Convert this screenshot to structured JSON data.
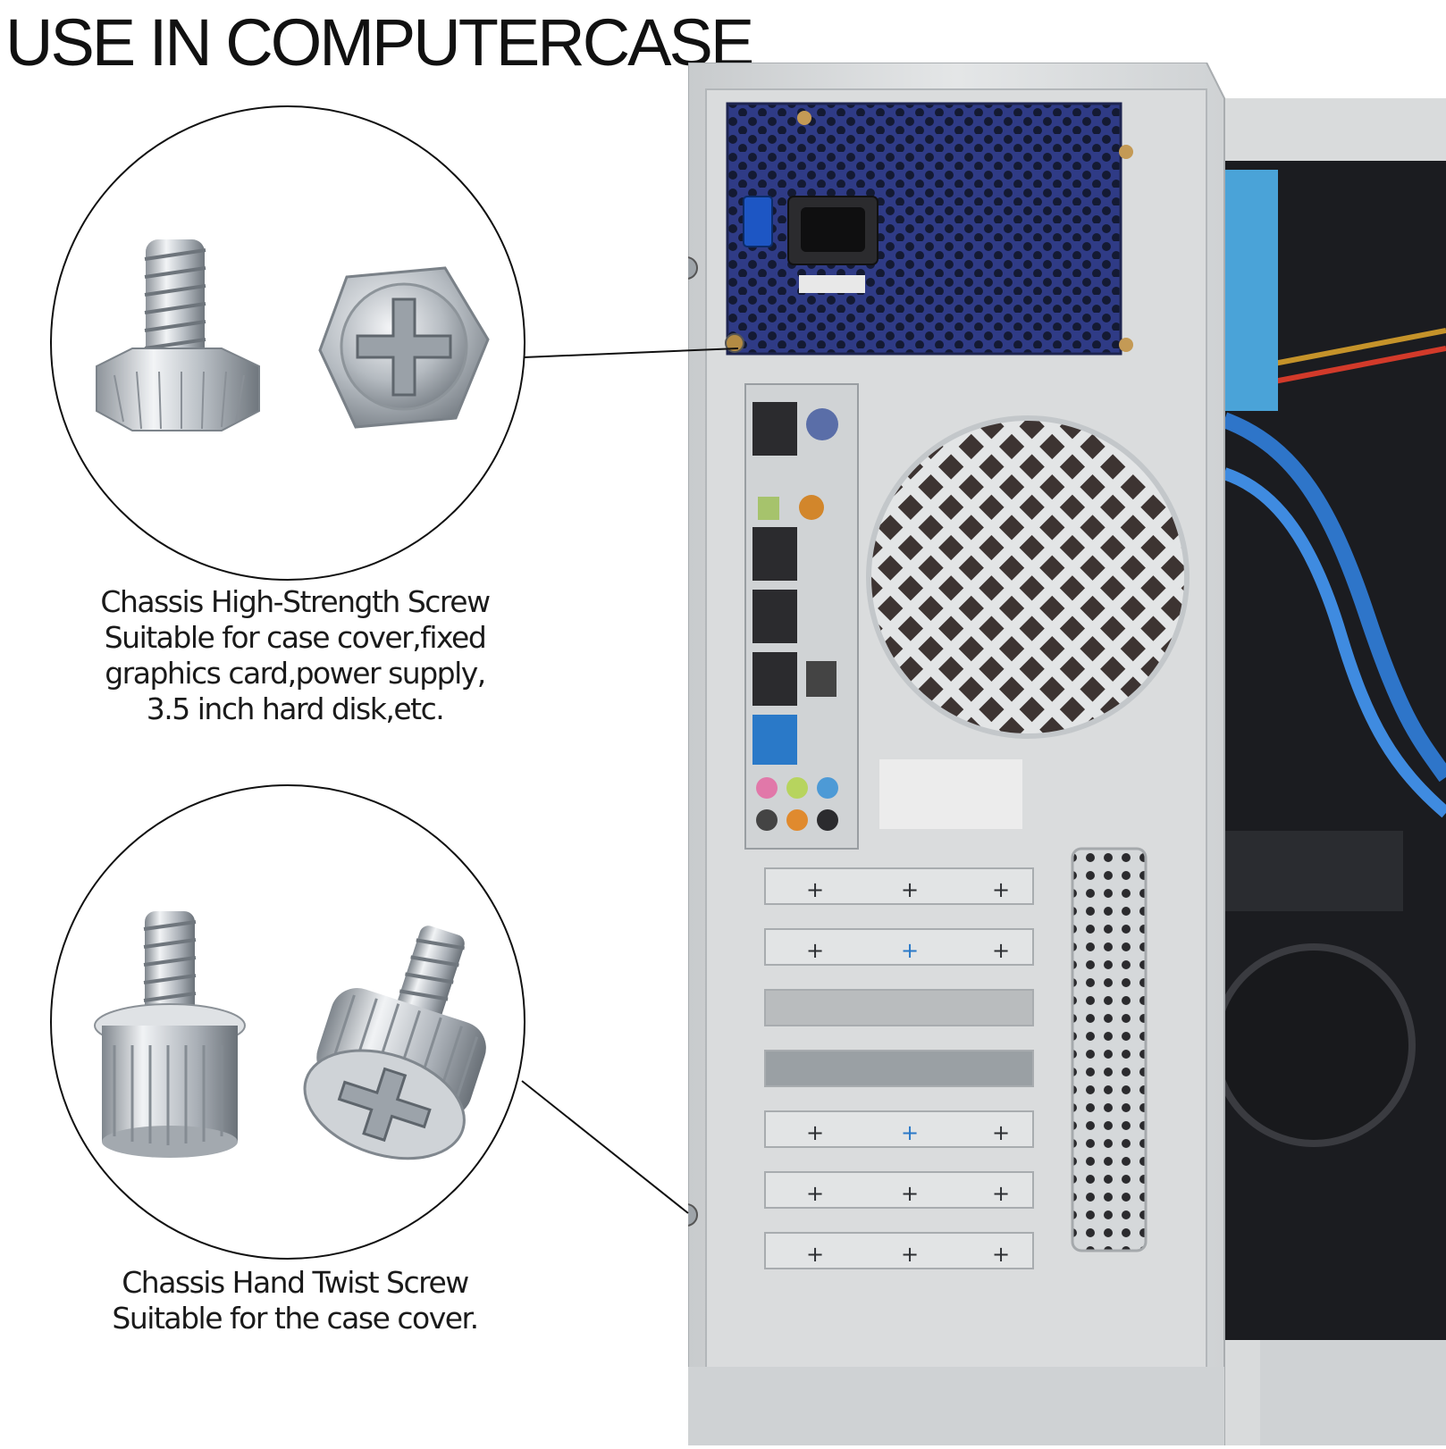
{
  "headline": "USE IN COMPUTERCASE",
  "callouts": [
    {
      "name": "high-strength",
      "lines": [
        "Chassis High-Strength Screw",
        "Suitable for case cover,fixed",
        "graphics card,power supply,",
        "3.5 inch hard disk,etc."
      ]
    },
    {
      "name": "hand-twist",
      "lines": [
        "Chassis Hand Twist Screw",
        "Suitable for the case cover."
      ]
    }
  ],
  "colors": {
    "text": "#111111",
    "case": "#dcdedf",
    "psu": "#2f3b86",
    "usb3": "#2a79c8",
    "metal": "#c9cdd1"
  },
  "icons": [
    "hex-flange-screw-icon",
    "thumb-screw-icon",
    "computer-case-icon"
  ]
}
